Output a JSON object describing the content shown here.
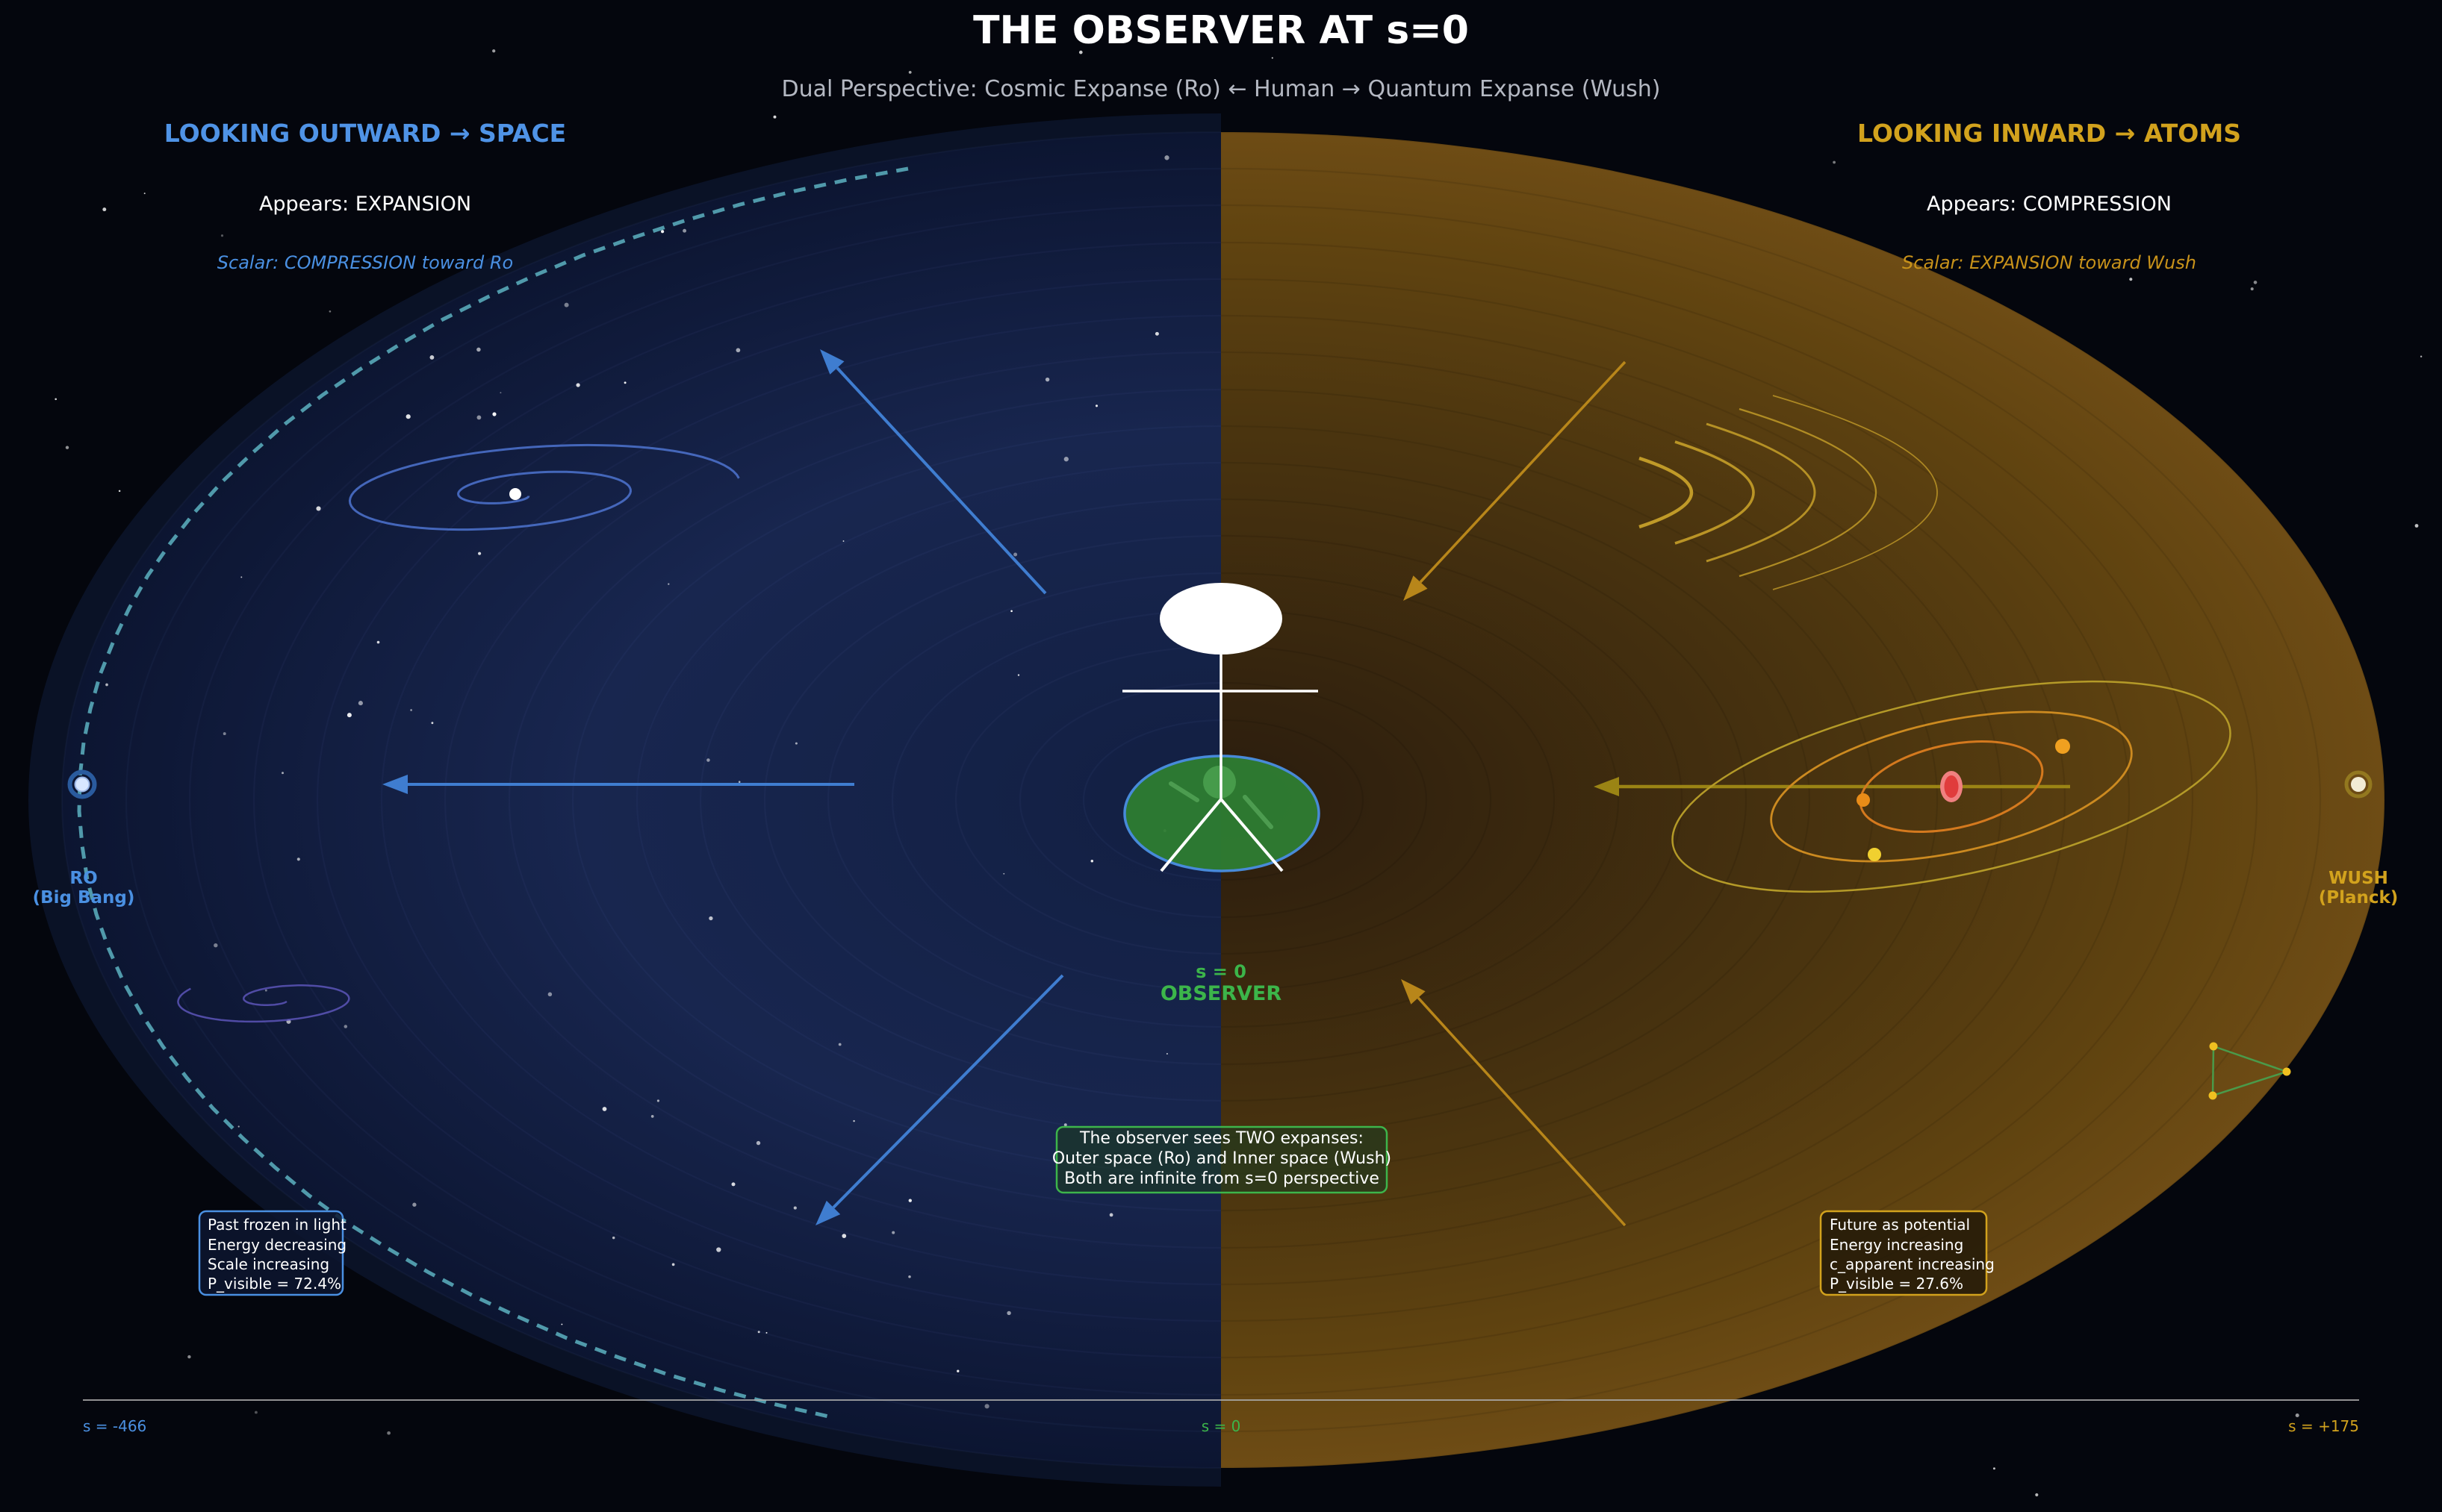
{
  "title": "THE OBSERVER AT s=0",
  "subtitle": "Dual Perspective: Cosmic Expanse (Ro) ← Human → Quantum Expanse (Wush)",
  "left_panel": {
    "header": "LOOKING OUTWARD → SPACE",
    "appears": "Appears: EXPANSION",
    "scalar": "Scalar: COMPRESSION toward Ro",
    "endpoint_label_1": "RO",
    "endpoint_label_2": "(Big Bang)",
    "info_lines": [
      "Past frozen in light",
      "Energy decreasing",
      "Scale increasing",
      "P_visible = 72.4%"
    ],
    "axis_label": "s = -466"
  },
  "right_panel": {
    "header": "LOOKING INWARD → ATOMS",
    "appears": "Appears: COMPRESSION",
    "scalar": "Scalar: EXPANSION toward Wush",
    "endpoint_label_1": "WUSH",
    "endpoint_label_2": "(Planck)",
    "info_lines": [
      "Future as potential",
      "Energy increasing",
      "c_apparent increasing",
      "P_visible = 27.6%"
    ],
    "axis_label": "s = +175"
  },
  "center": {
    "observer_label_1": "s = 0",
    "observer_label_2": "OBSERVER",
    "note_lines": [
      "The observer sees TWO expanses:",
      "Outer space (Ro) and Inner space (Wush)",
      "Both are infinite from s=0 perspective"
    ],
    "axis_label": "s = 0"
  },
  "colors": {
    "blue_accent": "#4a90e2",
    "blue_header": "#4f93e6",
    "gold_accent": "#d2a21d",
    "gold_scalar": "#c8921a",
    "green_accent": "#3cb54a",
    "subtitle_gray": "#b4b8c2",
    "white": "#ffffff"
  }
}
